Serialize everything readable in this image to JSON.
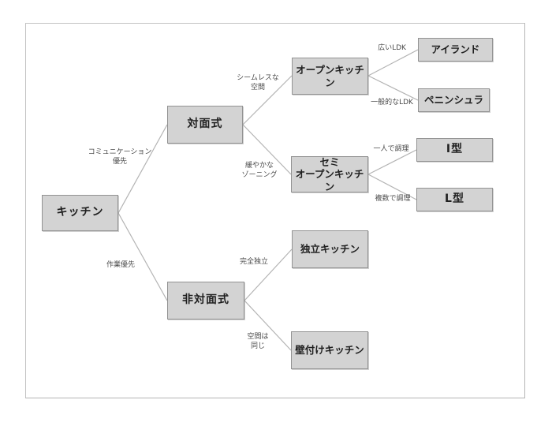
{
  "diagram": {
    "title": "kitchen-type-decision-tree",
    "nodes": {
      "kitchen": {
        "label": "キッチン"
      },
      "taimen": {
        "label": "対面式"
      },
      "hitaimen": {
        "label": "非対面式"
      },
      "open_kitchen": {
        "label": "オープンキッチン"
      },
      "semi_open_kitchen": {
        "label": "セミ\nオープンキッチン"
      },
      "island": {
        "label": "アイランド"
      },
      "peninsula": {
        "label": "ペニンシュラ"
      },
      "i_type": {
        "label": "I型"
      },
      "l_type": {
        "label": "L型"
      },
      "independent_kitchen": {
        "label": "独立キッチン"
      },
      "wall_kitchen": {
        "label": "壁付けキッチン"
      }
    },
    "edge_labels": {
      "communication_priority": "コミュニケーション\n優先",
      "work_priority": "作業優先",
      "seamless_space": "シームレスな\n空間",
      "gentle_zoning": "緩やかな\nゾーニング",
      "wide_ldk": "広いLDK",
      "typical_ldk": "一般的なLDK",
      "cook_alone": "一人で調理",
      "cook_multiple": "複数で調理",
      "fully_independent": "完全独立",
      "same_space": "空間は\n同じ"
    },
    "colors": {
      "node_fill": "#d3d3d3",
      "node_border": "#929292",
      "edge_line": "#b3b3b3",
      "node_text": "#1f1f1f",
      "label_text": "#4a4a4a",
      "page_border": "#c2c2c2"
    }
  }
}
